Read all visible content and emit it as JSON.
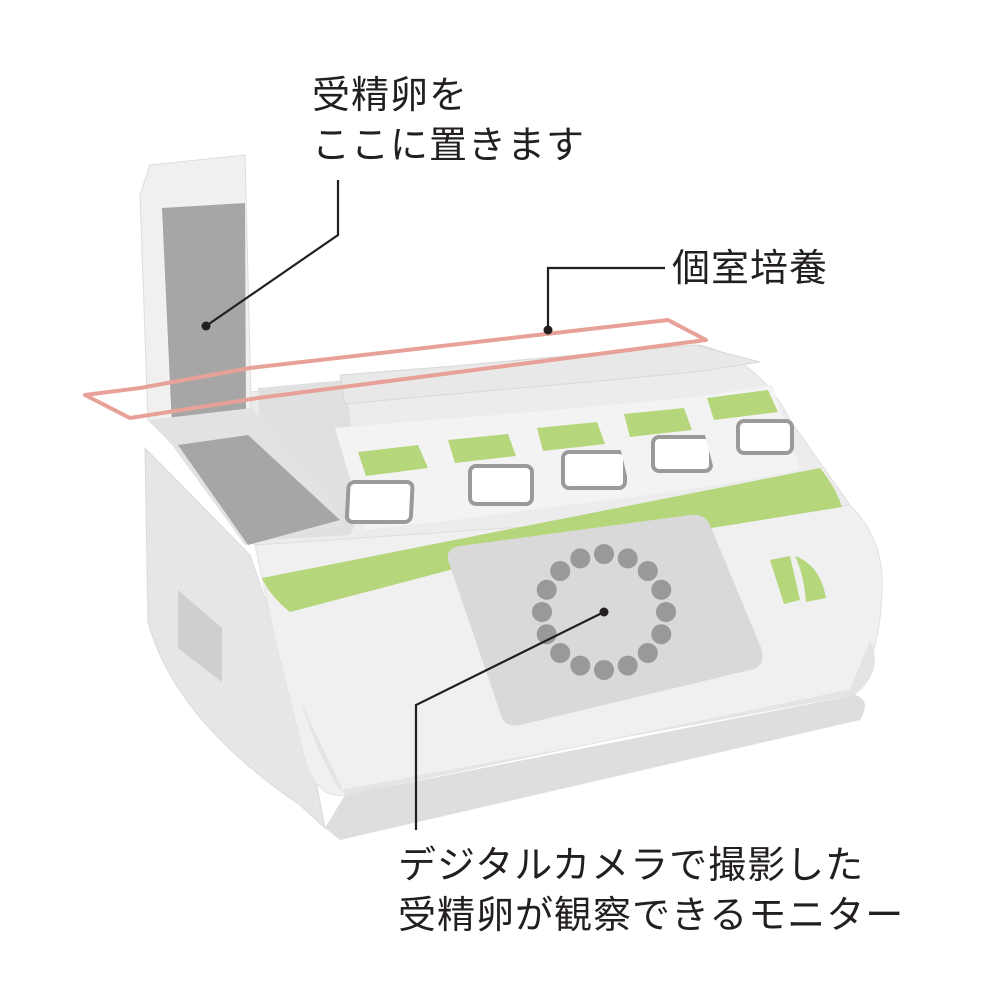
{
  "labels": {
    "egg_placement": {
      "line1": "受精卵を",
      "line2": "ここに置きます"
    },
    "individual_culture": "個室培養",
    "camera_monitor": {
      "line1": "デジタルカメラで撮影した",
      "line2": "受精卵が観察できるモニター"
    }
  },
  "colors": {
    "accent_green": "#b5d67b",
    "highlight_outline": "#e8a198",
    "leader_line": "#231f20",
    "body_light": "#efefef",
    "body_mid": "#dcdcdc",
    "dish_gray": "#a6a6a6",
    "dot_gray": "#999999"
  },
  "incubator": {
    "chamber_count": 5,
    "well_count": 16
  }
}
